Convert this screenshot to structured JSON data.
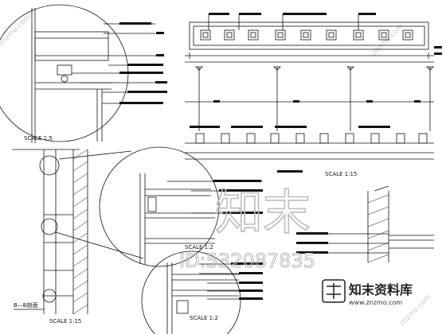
{
  "scales": {
    "top_left_detail": "SCALE 1:5",
    "middle_detail": "SCALE 1:2",
    "bottom_detail": "SCALE 1:2",
    "section_bb": "SCALE 1:15",
    "right_section": "SCALE 1:15"
  },
  "section_title": "B—B剖面",
  "watermark": {
    "big_text": "知末",
    "id_text": "ID:532087835",
    "logo_text": "知末资料库",
    "site": "www.znzmo.com",
    "diagonal": "znzmo.com"
  },
  "colors": {
    "line": "#111111",
    "watermark": "#bdbdbd"
  }
}
